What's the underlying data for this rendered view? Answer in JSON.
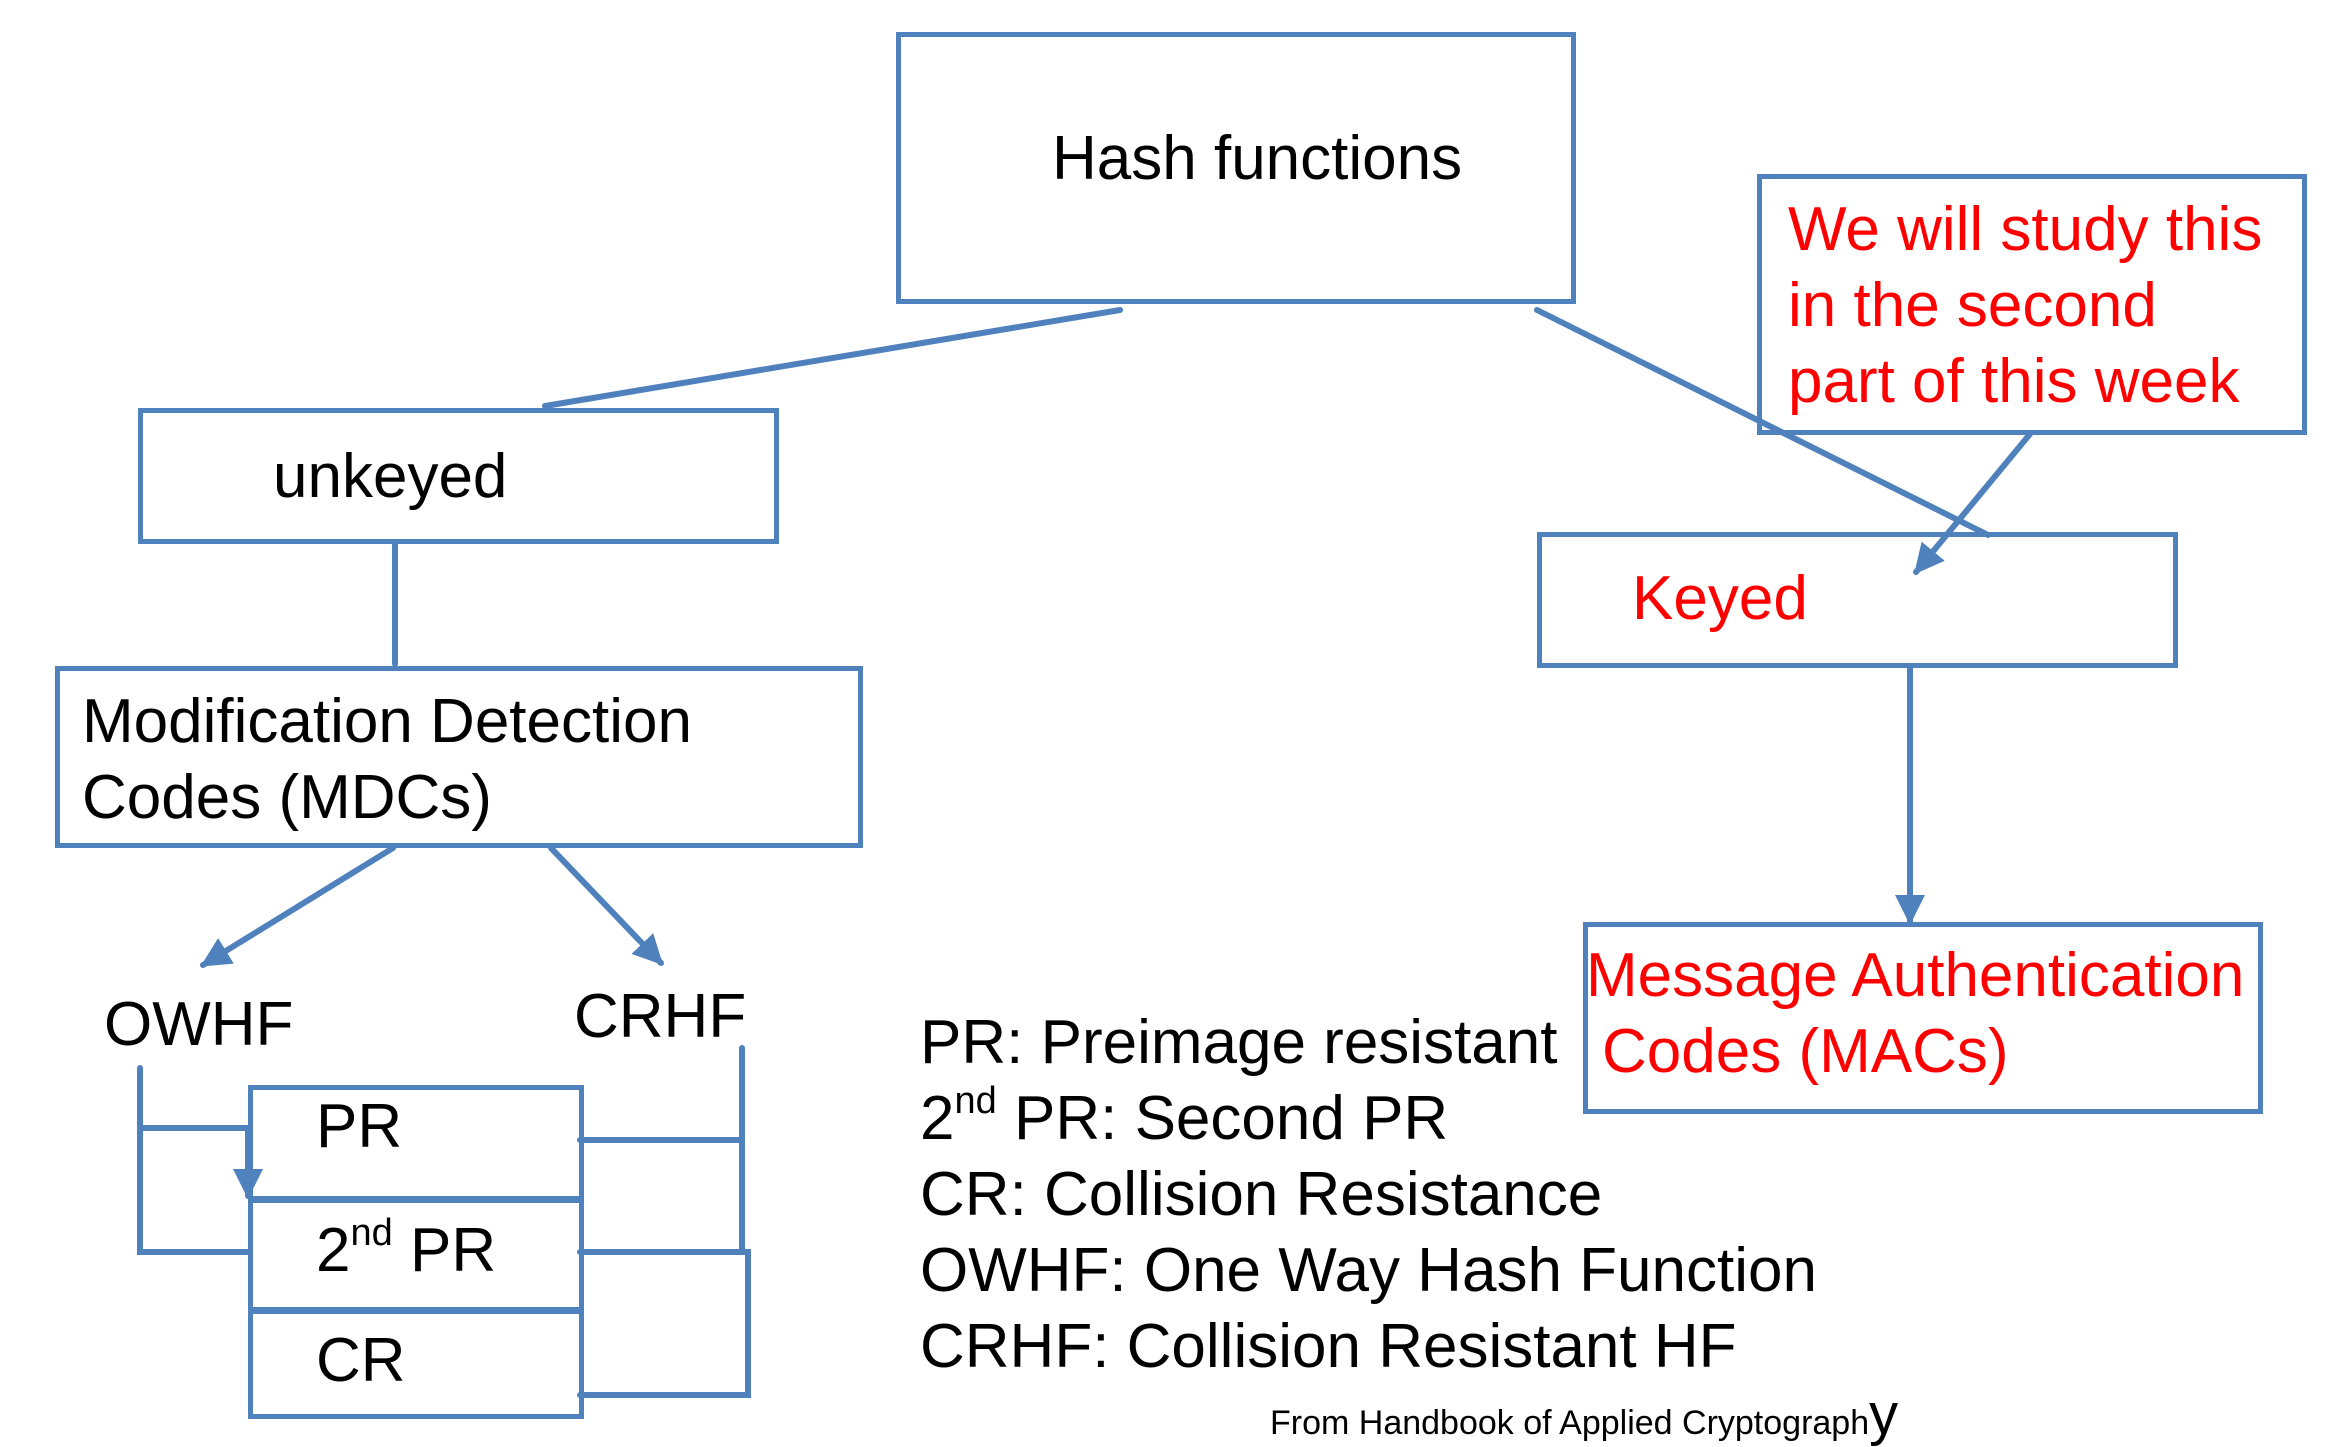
{
  "nodes": {
    "root": "Hash functions",
    "unkeyed": "unkeyed",
    "keyed": "Keyed",
    "mdc": [
      "Modification Detection",
      "Codes (MDCs)"
    ],
    "mac": [
      "Message Authentication",
      "Codes (MACs)"
    ],
    "owhf": "OWHF",
    "crhf": "CRHF",
    "pr": "PR",
    "second_pr": {
      "base": "2",
      "sup": "nd",
      "rest": " PR"
    },
    "cr": "CR"
  },
  "callout": [
    "We will study this",
    "in the second",
    "part of this week"
  ],
  "legend": [
    {
      "term": "PR",
      "def": "Preimage resistant"
    },
    {
      "term_base": "2",
      "term_sup": "nd",
      "term_rest": " PR",
      "def": "Second PR"
    },
    {
      "term": "CR",
      "def": "Collision Resistance"
    },
    {
      "term": "OWHF",
      "def": "One Way Hash Function"
    },
    {
      "term": "CRHF",
      "def": "Collision Resistant HF"
    }
  ],
  "source": {
    "text": "From Handbook of Applied Cryptograph",
    "last": "y"
  },
  "colors": {
    "border": "#4f81bd",
    "text": "#000000",
    "highlight": "#ff0000"
  }
}
